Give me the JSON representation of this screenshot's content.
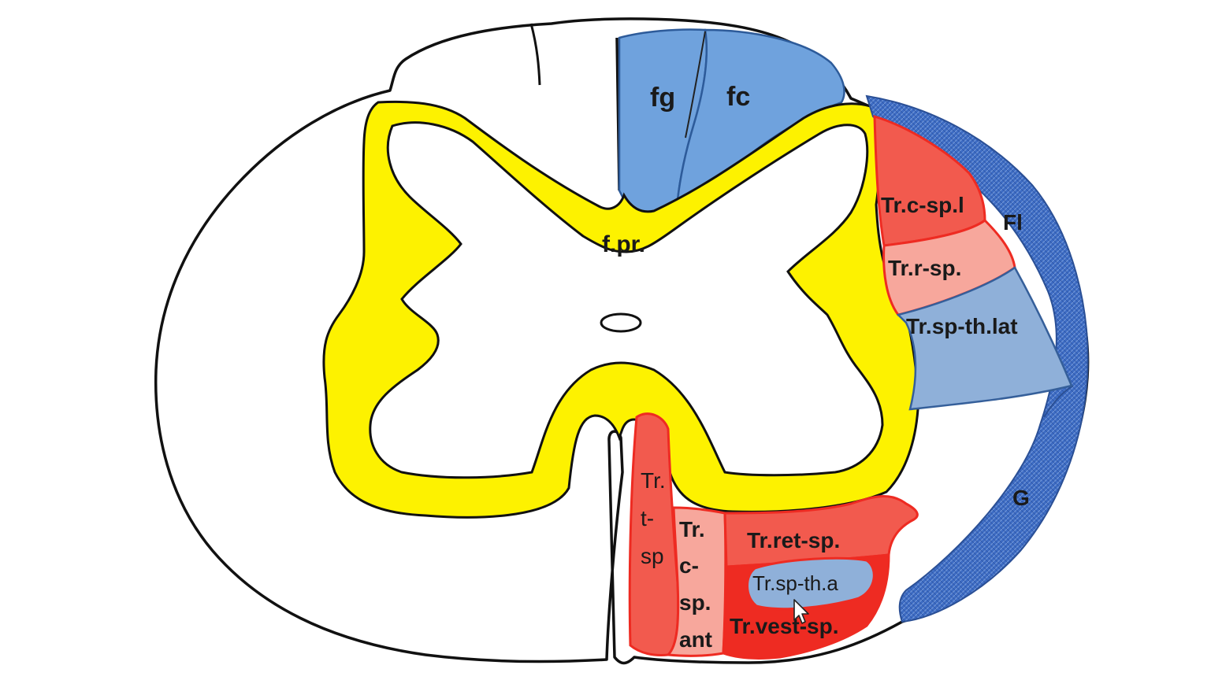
{
  "colors": {
    "gray_matter": "#fdf200",
    "dorsal_columns": "#6fa2dd",
    "motor_tract_dark": "#f25a4e",
    "motor_tract_light": "#f7a79c",
    "sensory_tract": "#8fb0d9",
    "cerebellar_band": "#3d6cc4",
    "red_outline": "#ee2b22",
    "outline": "#111111"
  },
  "labels": {
    "fg": "fg",
    "fc": "fc",
    "fpr": "f.pr.",
    "tr_c_sp_l": "Tr.c-sp.l",
    "fl": "Fl",
    "tr_r_sp": "Tr.r-sp.",
    "tr_sp_th_lat": "Tr.sp-th.lat",
    "g": "G",
    "tr_t_sp_1": "Tr.",
    "tr_t_sp_2": "t-",
    "tr_t_sp_3": "sp",
    "tr_c_sp_ant_1": "Tr.",
    "tr_c_sp_ant_2": "c-",
    "tr_c_sp_ant_3": "sp.",
    "tr_c_sp_ant_4": "ant",
    "tr_ret_sp": "Tr.ret-sp.",
    "tr_sp_th_a": "Tr.sp-th.a",
    "tr_vest_sp": "Tr.vest-sp."
  },
  "icons": {
    "cursor": "mouse-cursor-icon"
  }
}
